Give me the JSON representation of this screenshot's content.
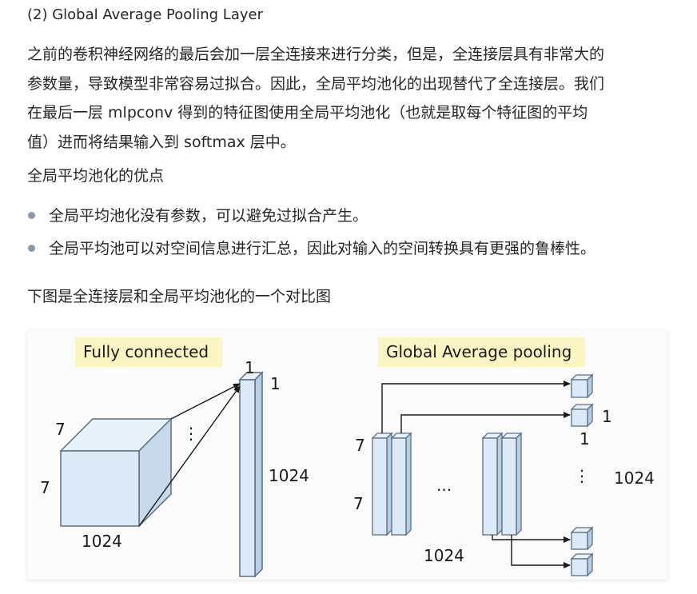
{
  "heading": "(2) Global Average Pooling Layer",
  "paragraph_lines": [
    "之前的卷积神经网络的最后会加一层全连接来进行分类，但是，全连接层具有非常大的",
    "参数量，导致模型非常容易过拟合。因此，全局平均池化的出现替代了全连接层。我们",
    "在最后一层 mlpconv 得到的特征图使用全局平均池化（也就是取每个特征图的平均",
    "值）进而将结果输入到 softmax 层中。"
  ],
  "advantages_title": "全局平均池化的优点",
  "bullets": [
    "全局平均池化没有参数，可以避免过拟合产生。",
    "全局平均池可以对空间信息进行汇总，因此对输入的空间转换具有更强的鲁棒性。"
  ],
  "figure_caption": "下图是全连接层和全局平均池化的一个对比图",
  "figure": {
    "fc_label": "Fully connected",
    "gap_label": "Global Average pooling",
    "cube_depth": "7",
    "cube_height": "7",
    "cube_width": "1024",
    "fc_top": "1",
    "fc_side": "1",
    "fc_size": "1024",
    "fc_dots": "⋮",
    "gap_map_h": "7",
    "gap_map_w": "7",
    "gap_maps_dots": "...",
    "gap_maps_count": "1024",
    "gap_out_side": "1",
    "gap_out_below": "1",
    "gap_out_dots": "⋮",
    "gap_out_count": "1024",
    "label_bg": "#fbf6c1",
    "block_fill": "#dce9f7",
    "block_stroke": "#5b6f84"
  }
}
